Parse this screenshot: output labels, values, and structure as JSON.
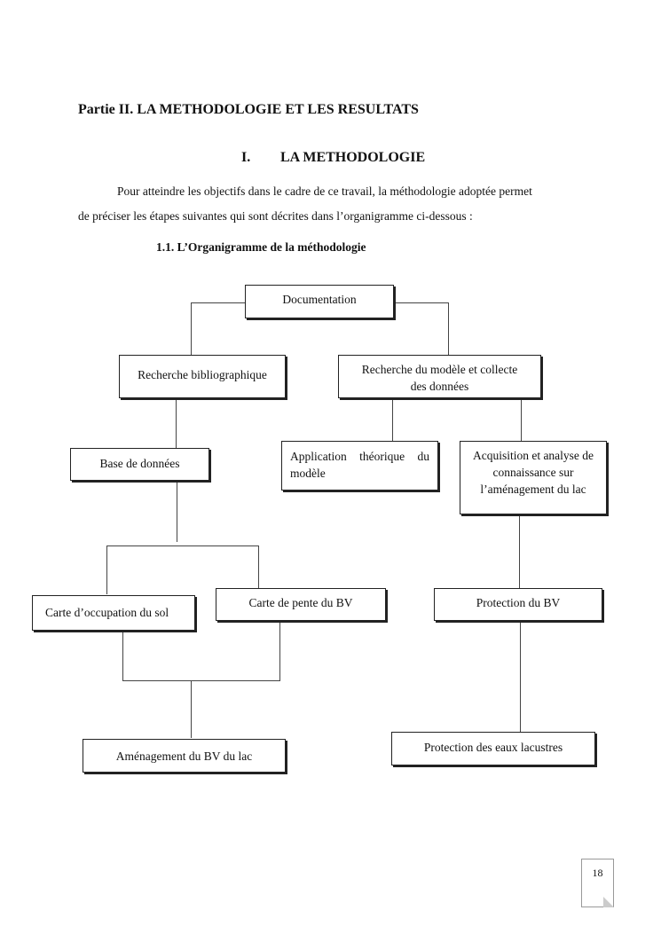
{
  "header": {
    "part_title": "Partie II. LA METHODOLOGIE ET LES RESULTATS",
    "section_number": "I.",
    "section_title": "LA METHODOLOGIE"
  },
  "intro": {
    "line1": "Pour atteindre les objectifs dans le cadre de ce travail, la méthodologie adoptée permet",
    "line2": "de préciser les étapes suivantes qui sont décrites dans l’organigramme ci-dessous :"
  },
  "subsection_title": "1.1. L’Organigramme de la méthodologie",
  "organigramme": {
    "documentation": "Documentation",
    "recherche_biblio": "Recherche bibliographique",
    "recherche_modele": "Recherche du modèle et collecte des données",
    "base_donnees": "Base de données",
    "application_theorique": "Application théorique du modèle",
    "acquisition": "Acquisition et analyse de connaissance sur l’aménagement du lac",
    "carte_occupation": "Carte d’occupation du sol",
    "carte_pente": "Carte de pente du BV",
    "protection_bv": "Protection du BV",
    "amenagement_bv": "Aménagement du BV du lac",
    "protection_eaux": "Protection des eaux lacustres"
  },
  "page_number": "18"
}
